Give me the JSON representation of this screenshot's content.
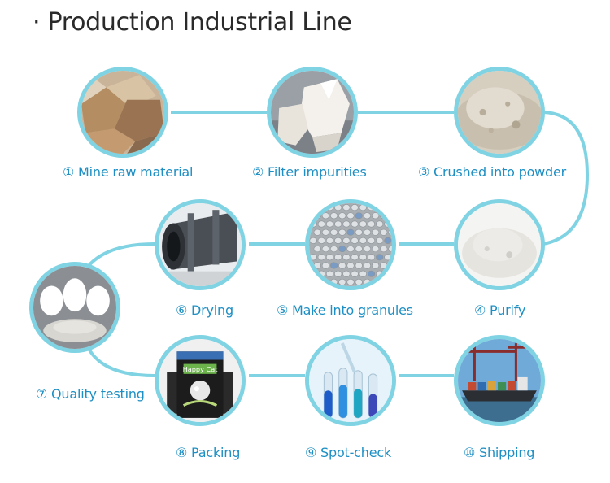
{
  "title": "· Production Industrial Line",
  "colors": {
    "connector": "#7fd3e3",
    "label": "#1d8fc4",
    "title": "#2a2a2a"
  },
  "steps": [
    {
      "label": "① Mine raw material",
      "image": "raw-ore-rocks"
    },
    {
      "label": "② Filter impurities",
      "image": "white-mineral-chunks"
    },
    {
      "label": "③ Crushed into powder",
      "image": "beige-powder"
    },
    {
      "label": "④ Purify",
      "image": "white-powder"
    },
    {
      "label": "⑤ Make into granules",
      "image": "grey-granules"
    },
    {
      "label": "⑥ Drying",
      "image": "rotary-dryer"
    },
    {
      "label": "⑦ Quality testing",
      "image": "powder-samples"
    },
    {
      "label": "⑧ Packing",
      "image": "happy-cat-litter-bag",
      "image_text": "Happy Cat"
    },
    {
      "label": "⑨ Spot-check",
      "image": "lab-test-tubes"
    },
    {
      "label": "⑩ Shipping",
      "image": "cargo-ship-port"
    }
  ]
}
